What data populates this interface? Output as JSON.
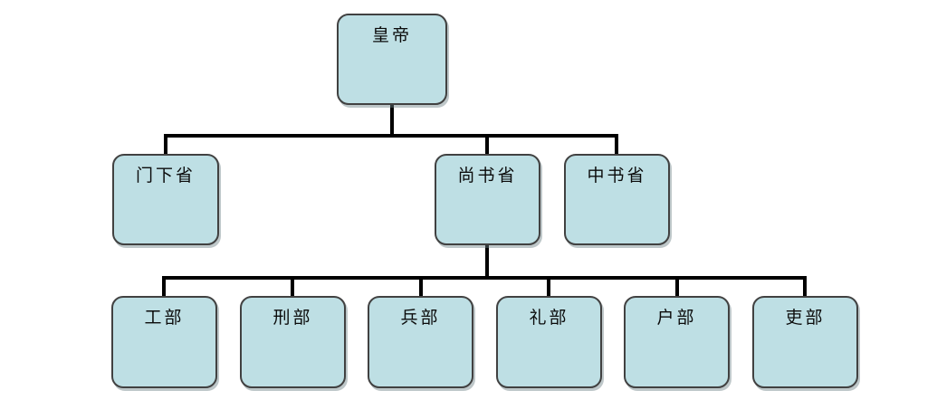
{
  "diagram": {
    "type": "org-chart",
    "root": {
      "label": "皇帝"
    },
    "level2": [
      {
        "label": "门下省"
      },
      {
        "label": "尚书省"
      },
      {
        "label": "中书省"
      }
    ],
    "level3": [
      {
        "label": "工部"
      },
      {
        "label": "刑部"
      },
      {
        "label": "兵部"
      },
      {
        "label": "礼部"
      },
      {
        "label": "户部"
      },
      {
        "label": "吏部"
      }
    ],
    "edges": [
      {
        "from": "皇帝",
        "to": "门下省"
      },
      {
        "from": "皇帝",
        "to": "尚书省"
      },
      {
        "from": "皇帝",
        "to": "中书省"
      },
      {
        "from": "尚书省",
        "to": "工部"
      },
      {
        "from": "尚书省",
        "to": "刑部"
      },
      {
        "from": "尚书省",
        "to": "兵部"
      },
      {
        "from": "尚书省",
        "to": "礼部"
      },
      {
        "from": "尚书省",
        "to": "户部"
      },
      {
        "from": "尚书省",
        "to": "吏部"
      }
    ],
    "colors": {
      "node_fill": "#bedfe4",
      "node_border": "#414141",
      "connector": "#000000",
      "background": "#ffffff",
      "text": "#0b0b0b"
    }
  }
}
